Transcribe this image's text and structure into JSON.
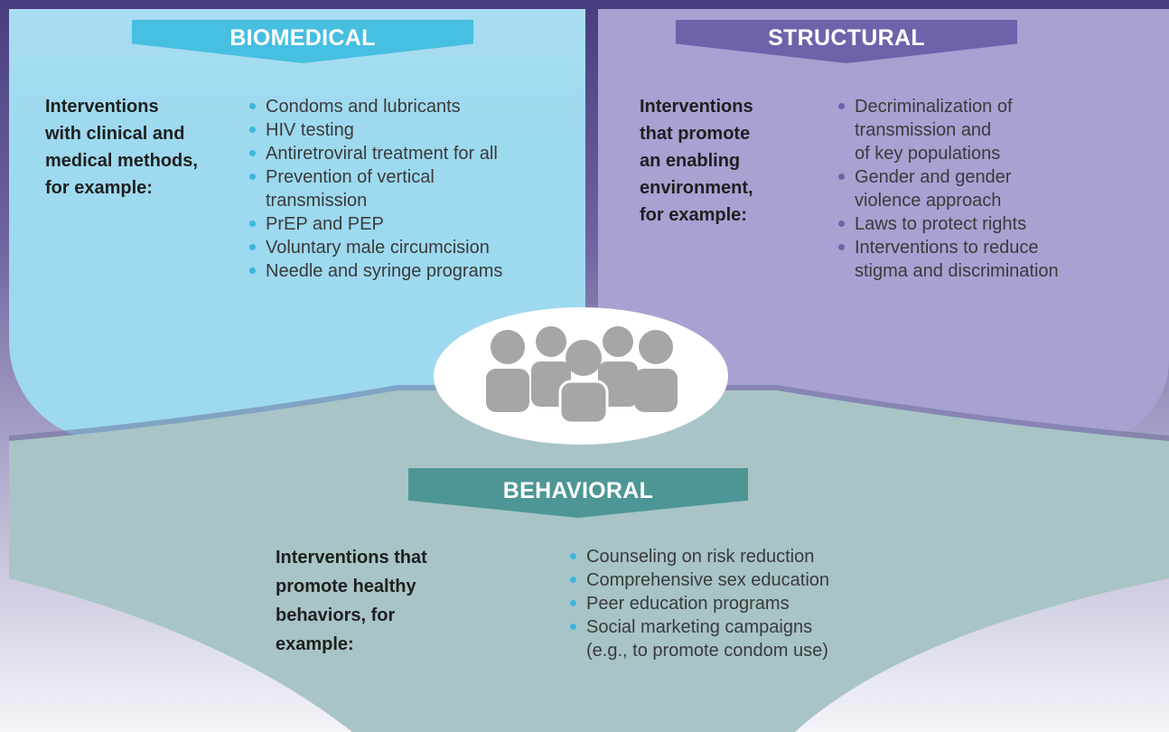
{
  "biomedical": {
    "title": "BIOMEDICAL",
    "lead_lines": [
      "Interventions",
      "with clinical and",
      "medical methods,",
      "for example:"
    ],
    "items": [
      [
        "Condoms and lubricants"
      ],
      [
        "HIV testing"
      ],
      [
        "Antiretroviral treatment for all"
      ],
      [
        "Prevention of vertical",
        "transmission"
      ],
      [
        "PrEP and PEP"
      ],
      [
        "Voluntary male circumcision"
      ],
      [
        "Needle and syringe programs"
      ]
    ]
  },
  "structural": {
    "title": "STRUCTURAL",
    "lead_lines": [
      "Interventions",
      "that promote",
      "an enabling",
      "environment,",
      "for example:"
    ],
    "items": [
      [
        "Decriminalization of",
        "transmission and",
        "of key populations"
      ],
      [
        "Gender and gender",
        "violence approach"
      ],
      [
        "Laws to protect rights"
      ],
      [
        "Interventions to reduce",
        "stigma and discrimination"
      ]
    ]
  },
  "behavioral": {
    "title": "BEHAVIORAL",
    "lead_lines": [
      "Interventions that",
      "promote healthy",
      "behaviors, for",
      "example:"
    ],
    "items": [
      [
        "Counseling on risk reduction"
      ],
      [
        "Comprehensive sex education"
      ],
      [
        "Peer education programs"
      ],
      [
        "Social marketing campaigns",
        "(e.g., to promote condom use)"
      ]
    ]
  },
  "center": {
    "icon": "people-group-icon"
  },
  "colors": {
    "biomedical_panel": "#9dd9ef",
    "biomedical_banner": "#47bfe0",
    "structural_panel": "#a8a1d2",
    "structural_banner": "#6f62ab",
    "behavioral_panel": "#a8c4c6",
    "behavioral_banner": "#4e9696",
    "people_icon": "#a6a6a6"
  }
}
